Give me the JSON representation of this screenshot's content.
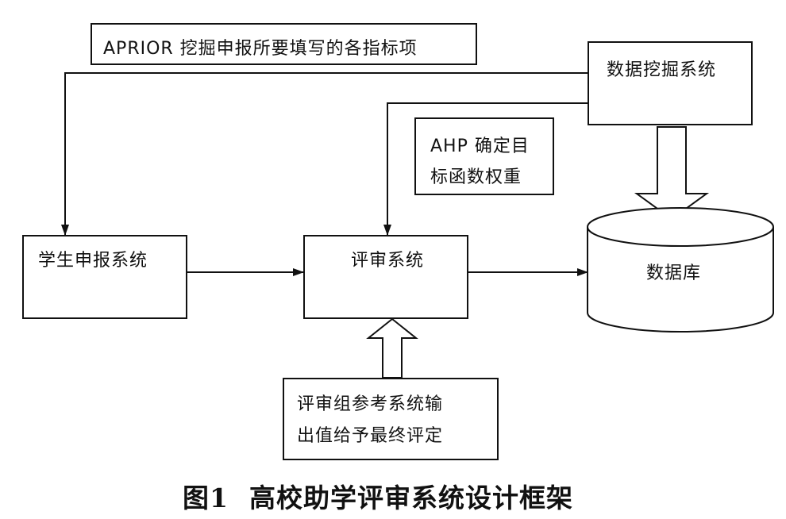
{
  "diagram": {
    "nodes": {
      "apriori_note": "APRIOR 挖掘申报所要填写的各指标项",
      "data_mining": "数据挖掘系统",
      "ahp_note_line1": "AHP 确定目",
      "ahp_note_line2": "标函数权重",
      "student_system": "学生申报系统",
      "review_system": "评审系统",
      "database": "数据库",
      "panel_note_line1": "评审组参考系统输",
      "panel_note_line2": "出值给予最终评定"
    },
    "caption": {
      "figure_number": "图1",
      "title": "高校助学评审系统设计框架"
    },
    "colors": {
      "stroke": "#111111",
      "background": "#ffffff"
    }
  }
}
